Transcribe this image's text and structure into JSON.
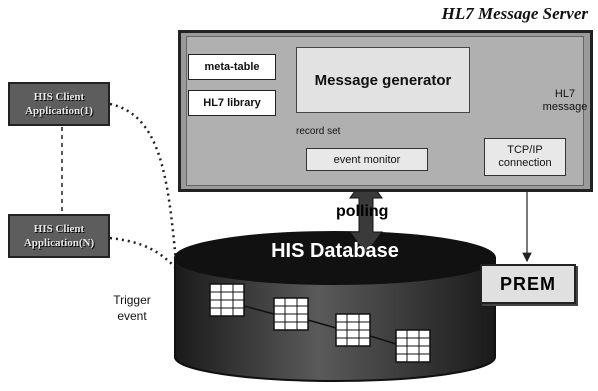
{
  "server": {
    "title": "HL7 Message Server",
    "meta_table": "meta-table",
    "hl7_library": "HL7 library",
    "message_generator": "Message generator",
    "record_set": "record set",
    "event_monitor": "event monitor",
    "hl7_message": "HL7\nmessage",
    "tcp_ip": "TCP/IP\nconnection"
  },
  "clients": [
    {
      "label": "HIS Client\nApplication(1)"
    },
    {
      "label": "HIS Client\nApplication(N)"
    }
  ],
  "database": {
    "title": "HIS Database",
    "polling": "polling"
  },
  "trigger_event": "Trigger\nevent",
  "prem": "PREM",
  "colors": {
    "server_bg": "#9a9a9a",
    "dark": "#222222",
    "client_bg": "#5d5d5d"
  }
}
